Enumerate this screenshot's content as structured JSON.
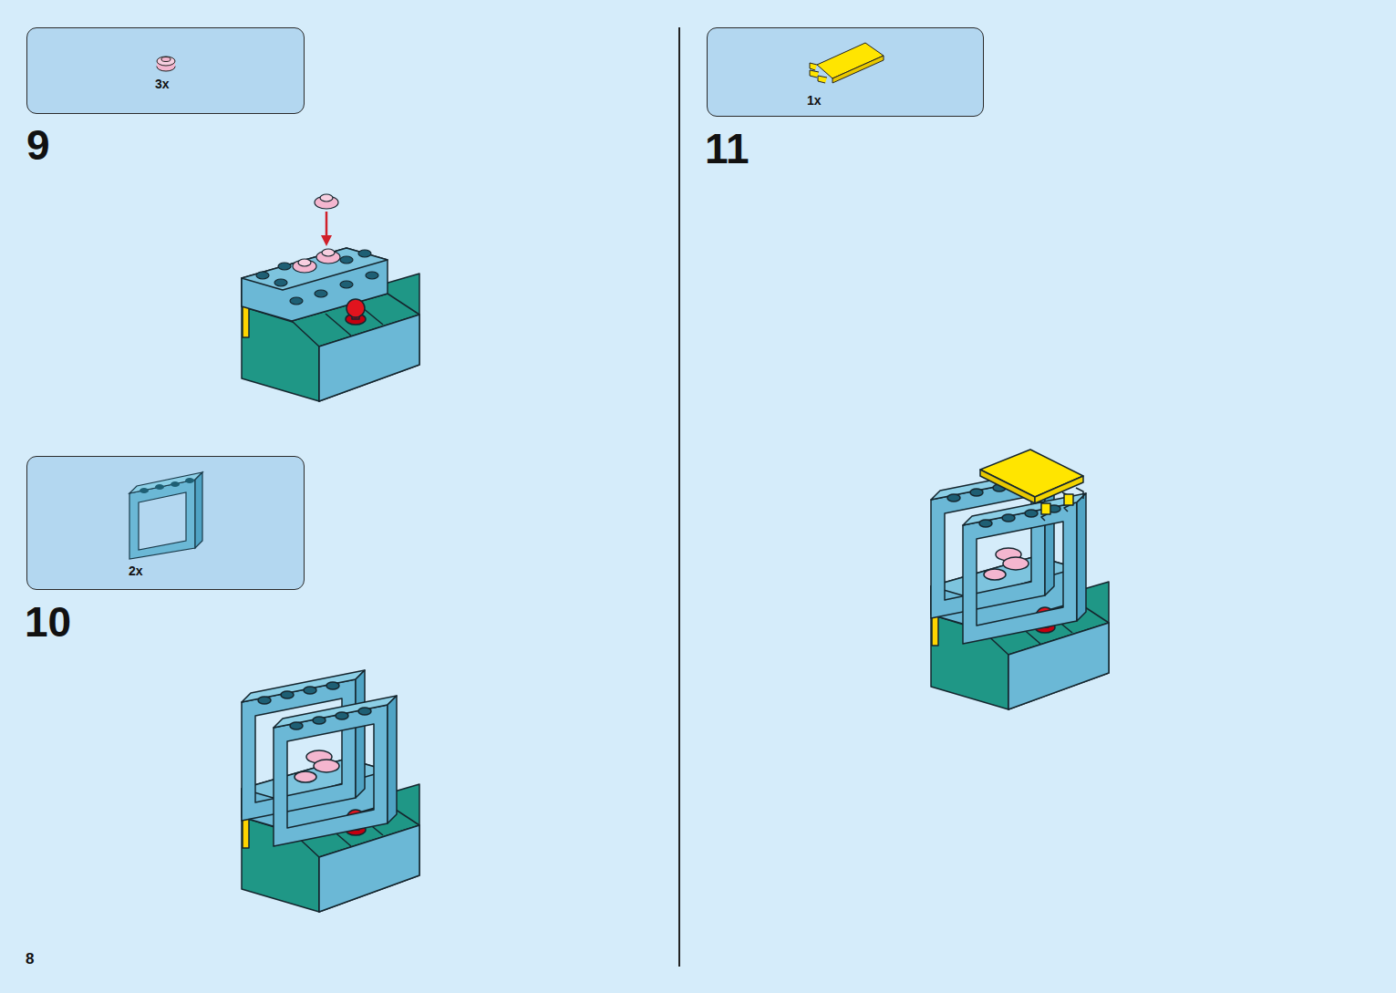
{
  "diagram": {
    "nodes": [
      {
        "text": [
          "3x"
        ]
      },
      {
        "text": [
          "2x"
        ]
      },
      {
        "text": [
          "1x"
        ]
      }
    ],
    "labels": [
      "9",
      "10",
      "11",
      "8"
    ]
  }
}
